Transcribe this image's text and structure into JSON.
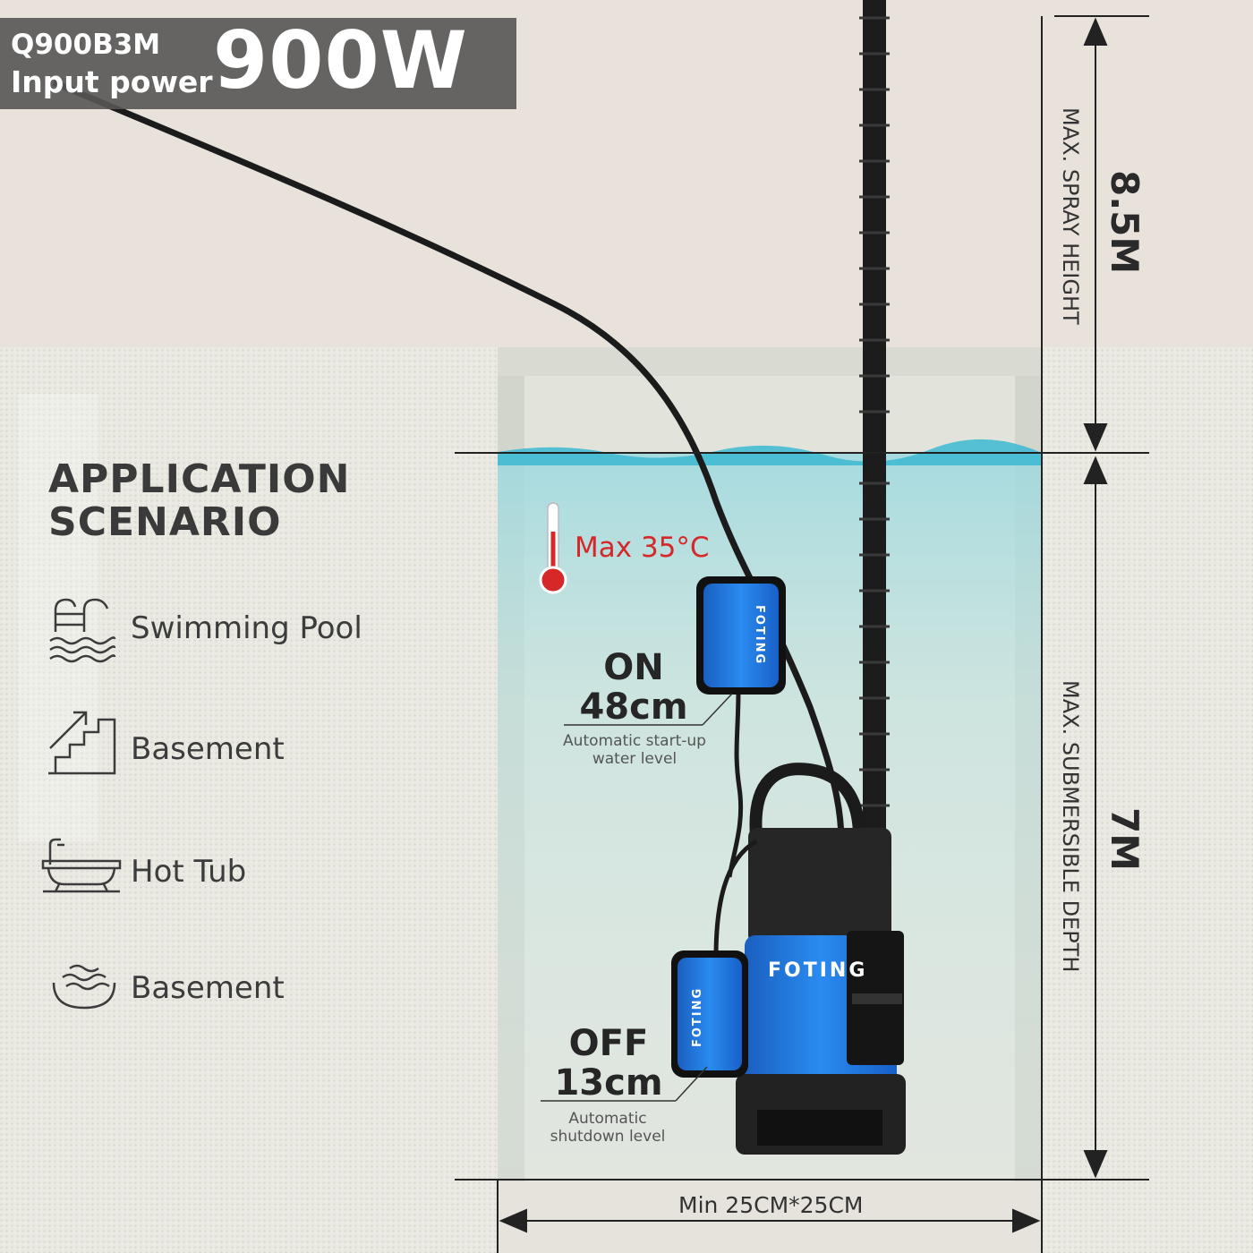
{
  "badge": {
    "model": "Q900B3M",
    "power_label": "Input power",
    "power_value": "900W"
  },
  "application": {
    "title_line1": "APPLICATION",
    "title_line2": "SCENARIO",
    "items": [
      {
        "label": "Swimming Pool",
        "icon": "swimming-pool-icon"
      },
      {
        "label": "Basement",
        "icon": "stairs-icon"
      },
      {
        "label": "Hot Tub",
        "icon": "bathtub-icon"
      },
      {
        "label": "Basement",
        "icon": "water-waves-icon"
      }
    ]
  },
  "temperature": {
    "label": "Max 35°C",
    "icon": "thermometer-icon",
    "color": "#d62828"
  },
  "brand": {
    "name": "FOTING",
    "color": "#1e74d8"
  },
  "levels": {
    "on": {
      "state": "ON",
      "value": "48cm",
      "desc_line1": "Automatic start-up",
      "desc_line2": "water level"
    },
    "off": {
      "state": "OFF",
      "value": "13cm",
      "desc_line1": "Automatic",
      "desc_line2": "shutdown level"
    }
  },
  "dimensions": {
    "spray": {
      "label": "MAX. SPRAY HEIGHT",
      "value": "8.5M"
    },
    "submersible": {
      "label": "MAX. SUBMERSIBLE DEPTH",
      "value": "7M"
    },
    "min_size": "Min 25CM*25CM"
  }
}
